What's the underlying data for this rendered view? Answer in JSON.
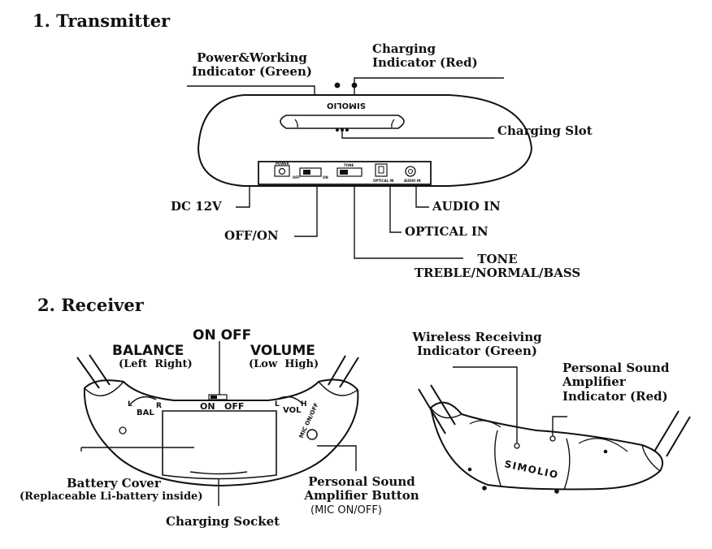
{
  "transmitter": {
    "title": "1. Transmitter",
    "labels": {
      "power_line1": "Power&Working",
      "power_line2": "Indicator (Green)",
      "charging_line1": "Charging",
      "charging_line2": "Indicator (Red)",
      "charging_slot": "Charging Slot",
      "dc": "DC 12V",
      "offon": "OFF/ON",
      "audio_in": "AUDIO IN",
      "optical_in": "OPTICAL IN",
      "tone": "TONE",
      "tone_modes": "TREBLE/NORMAL/BASS"
    },
    "device_brand": "SIMOLIO",
    "panel": {
      "power": "POWER",
      "off": "OFF",
      "on": "ON",
      "tone": "TONE",
      "optical": "OPTICAL IN",
      "audio": "AUDIO IN"
    }
  },
  "receiver": {
    "title": "2. Receiver",
    "labels": {
      "on_off": "ON OFF",
      "balance": "BALANCE",
      "balance_sub": "(Left  Right)",
      "volume": "VOLUME",
      "volume_sub": "(Low  High)",
      "battery_cover": "Battery Cover",
      "battery_sub": "(Replaceable Li-battery inside)",
      "charging_socket": "Charging Socket",
      "psa_btn_line1": "Personal Sound",
      "psa_btn_line2": "Amplifier Button",
      "psa_btn_sub": "(MIC ON/OFF)",
      "wireless_line1": "Wireless Receiving",
      "wireless_line2": "Indicator (Green)",
      "psa_ind_line1": "Personal Sound",
      "psa_ind_line2": "Amplifier",
      "psa_ind_line3": "Indicator (Red)"
    },
    "device": {
      "bal": "BAL",
      "l": "L",
      "r": "R",
      "vol": "VOL",
      "lo": "L",
      "hi": "H",
      "on": "ON",
      "off": "OFF",
      "mic": "MIC ON/OFF",
      "brand": "SIMOLIO"
    }
  }
}
